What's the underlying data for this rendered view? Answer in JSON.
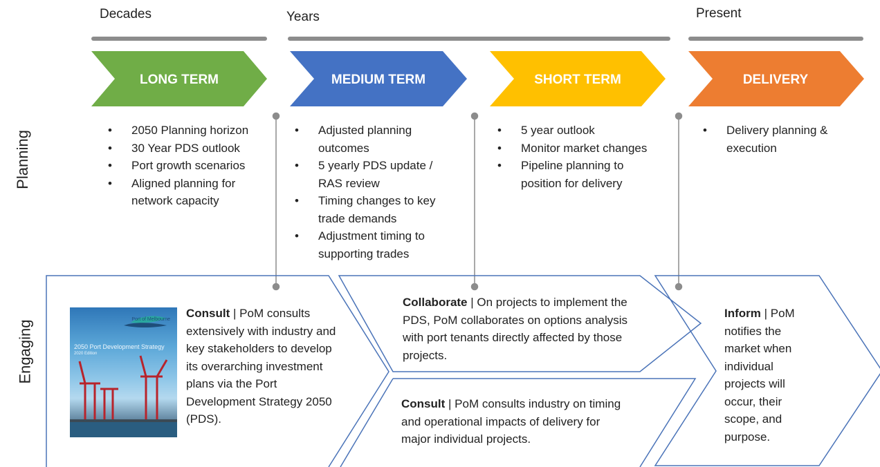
{
  "timeline": {
    "decades": "Decades",
    "years": "Years",
    "present": "Present"
  },
  "side_labels": {
    "planning": "Planning",
    "engaging": "Engaging"
  },
  "phases": [
    {
      "label": "LONG TERM",
      "color": "#70ad47"
    },
    {
      "label": "MEDIUM TERM",
      "color": "#4472c4"
    },
    {
      "label": "SHORT TERM",
      "color": "#ffc000"
    },
    {
      "label": "DELIVERY",
      "color": "#ed7d31"
    }
  ],
  "planning": {
    "long_term": [
      "2050 Planning horizon",
      "30 Year PDS outlook",
      "Port growth scenarios",
      "Aligned planning for network capacity"
    ],
    "medium_term": [
      "Adjusted planning outcomes",
      "5 yearly PDS update / RAS review",
      "Timing changes to key trade demands",
      "Adjustment timing to supporting trades"
    ],
    "short_term": [
      "5 year outlook",
      "Monitor market changes",
      "Pipeline planning to position for delivery"
    ],
    "delivery": [
      "Delivery planning & execution"
    ]
  },
  "engaging": {
    "consult_long": {
      "heading": "Consult",
      "sep": " | ",
      "body": "PoM consults extensively with industry and key stakeholders to develop its overarching investment plans via the Port Development Strategy 2050 (PDS)."
    },
    "collaborate": {
      "heading": "Collaborate",
      "sep": " | ",
      "body": "On projects to implement the PDS, PoM collaborates on options analysis with port tenants directly affected by those projects."
    },
    "consult_short": {
      "heading": "Consult",
      "sep": " | ",
      "body": "PoM consults industry on timing and operational impacts of delivery for major individual projects."
    },
    "inform": {
      "heading": "Inform",
      "sep": " | ",
      "body": "PoM notifies the market when individual projects will occur, their scope, and purpose."
    }
  },
  "cover": {
    "logo_text": "Port of Melbourne",
    "title": "2050 Port Development Strategy",
    "edition": "2020 Edition"
  },
  "colors": {
    "outline": "#4a73b8",
    "connector": "#8c8c8c",
    "bar": "#8c8c8c"
  }
}
